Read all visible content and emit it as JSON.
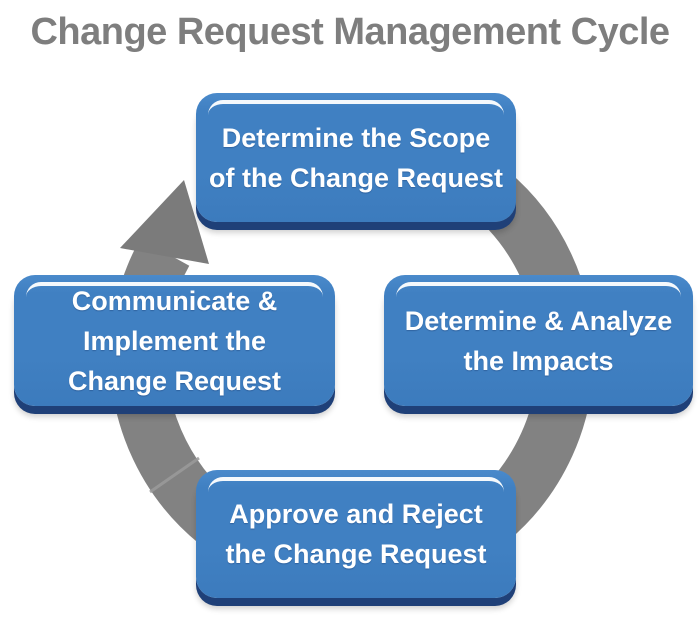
{
  "title": "Change Request Management Cycle",
  "colors": {
    "background": "#ffffff",
    "title_color": "#7e7e7e",
    "box_blue": "#4080c2",
    "box_edge_navy": "#1f4078",
    "box_text": "#ffffff",
    "ring_gray": "#828282",
    "arrow_gray": "#7b7b7b"
  },
  "cycle": {
    "direction": "clockwise",
    "arrow_position": "top-left pointing toward top box",
    "steps": [
      {
        "position": "top",
        "label": "Determine the Scope of the Change Request",
        "lines": [
          "Determine the Scope",
          "of the Change Request"
        ]
      },
      {
        "position": "right",
        "label": "Determine & Analyze the Impacts",
        "lines": [
          "Determine & Analyze",
          "the Impacts"
        ]
      },
      {
        "position": "bottom",
        "label": "Approve and Reject the Change Request",
        "lines": [
          "Approve and Reject",
          "the Change Request"
        ]
      },
      {
        "position": "left",
        "label": "Communicate & Implement the Change Request",
        "lines": [
          "Communicate &",
          "Implement the",
          "Change Request"
        ]
      }
    ]
  }
}
